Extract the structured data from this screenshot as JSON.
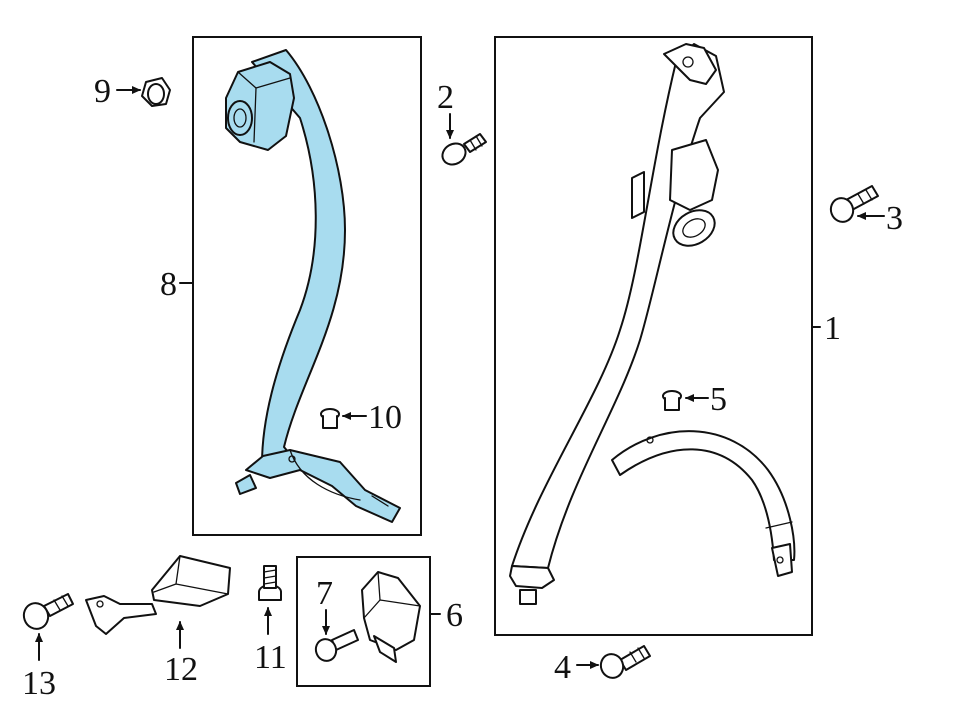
{
  "colors": {
    "highlight": "#a8dcef",
    "line": "#111111",
    "background": "#ffffff"
  },
  "callouts": {
    "c1": "1",
    "c2": "2",
    "c3": "3",
    "c4": "4",
    "c5": "5",
    "c6": "6",
    "c7": "7",
    "c8": "8",
    "c9": "9",
    "c10": "10",
    "c11": "11",
    "c12": "12",
    "c13": "13"
  }
}
